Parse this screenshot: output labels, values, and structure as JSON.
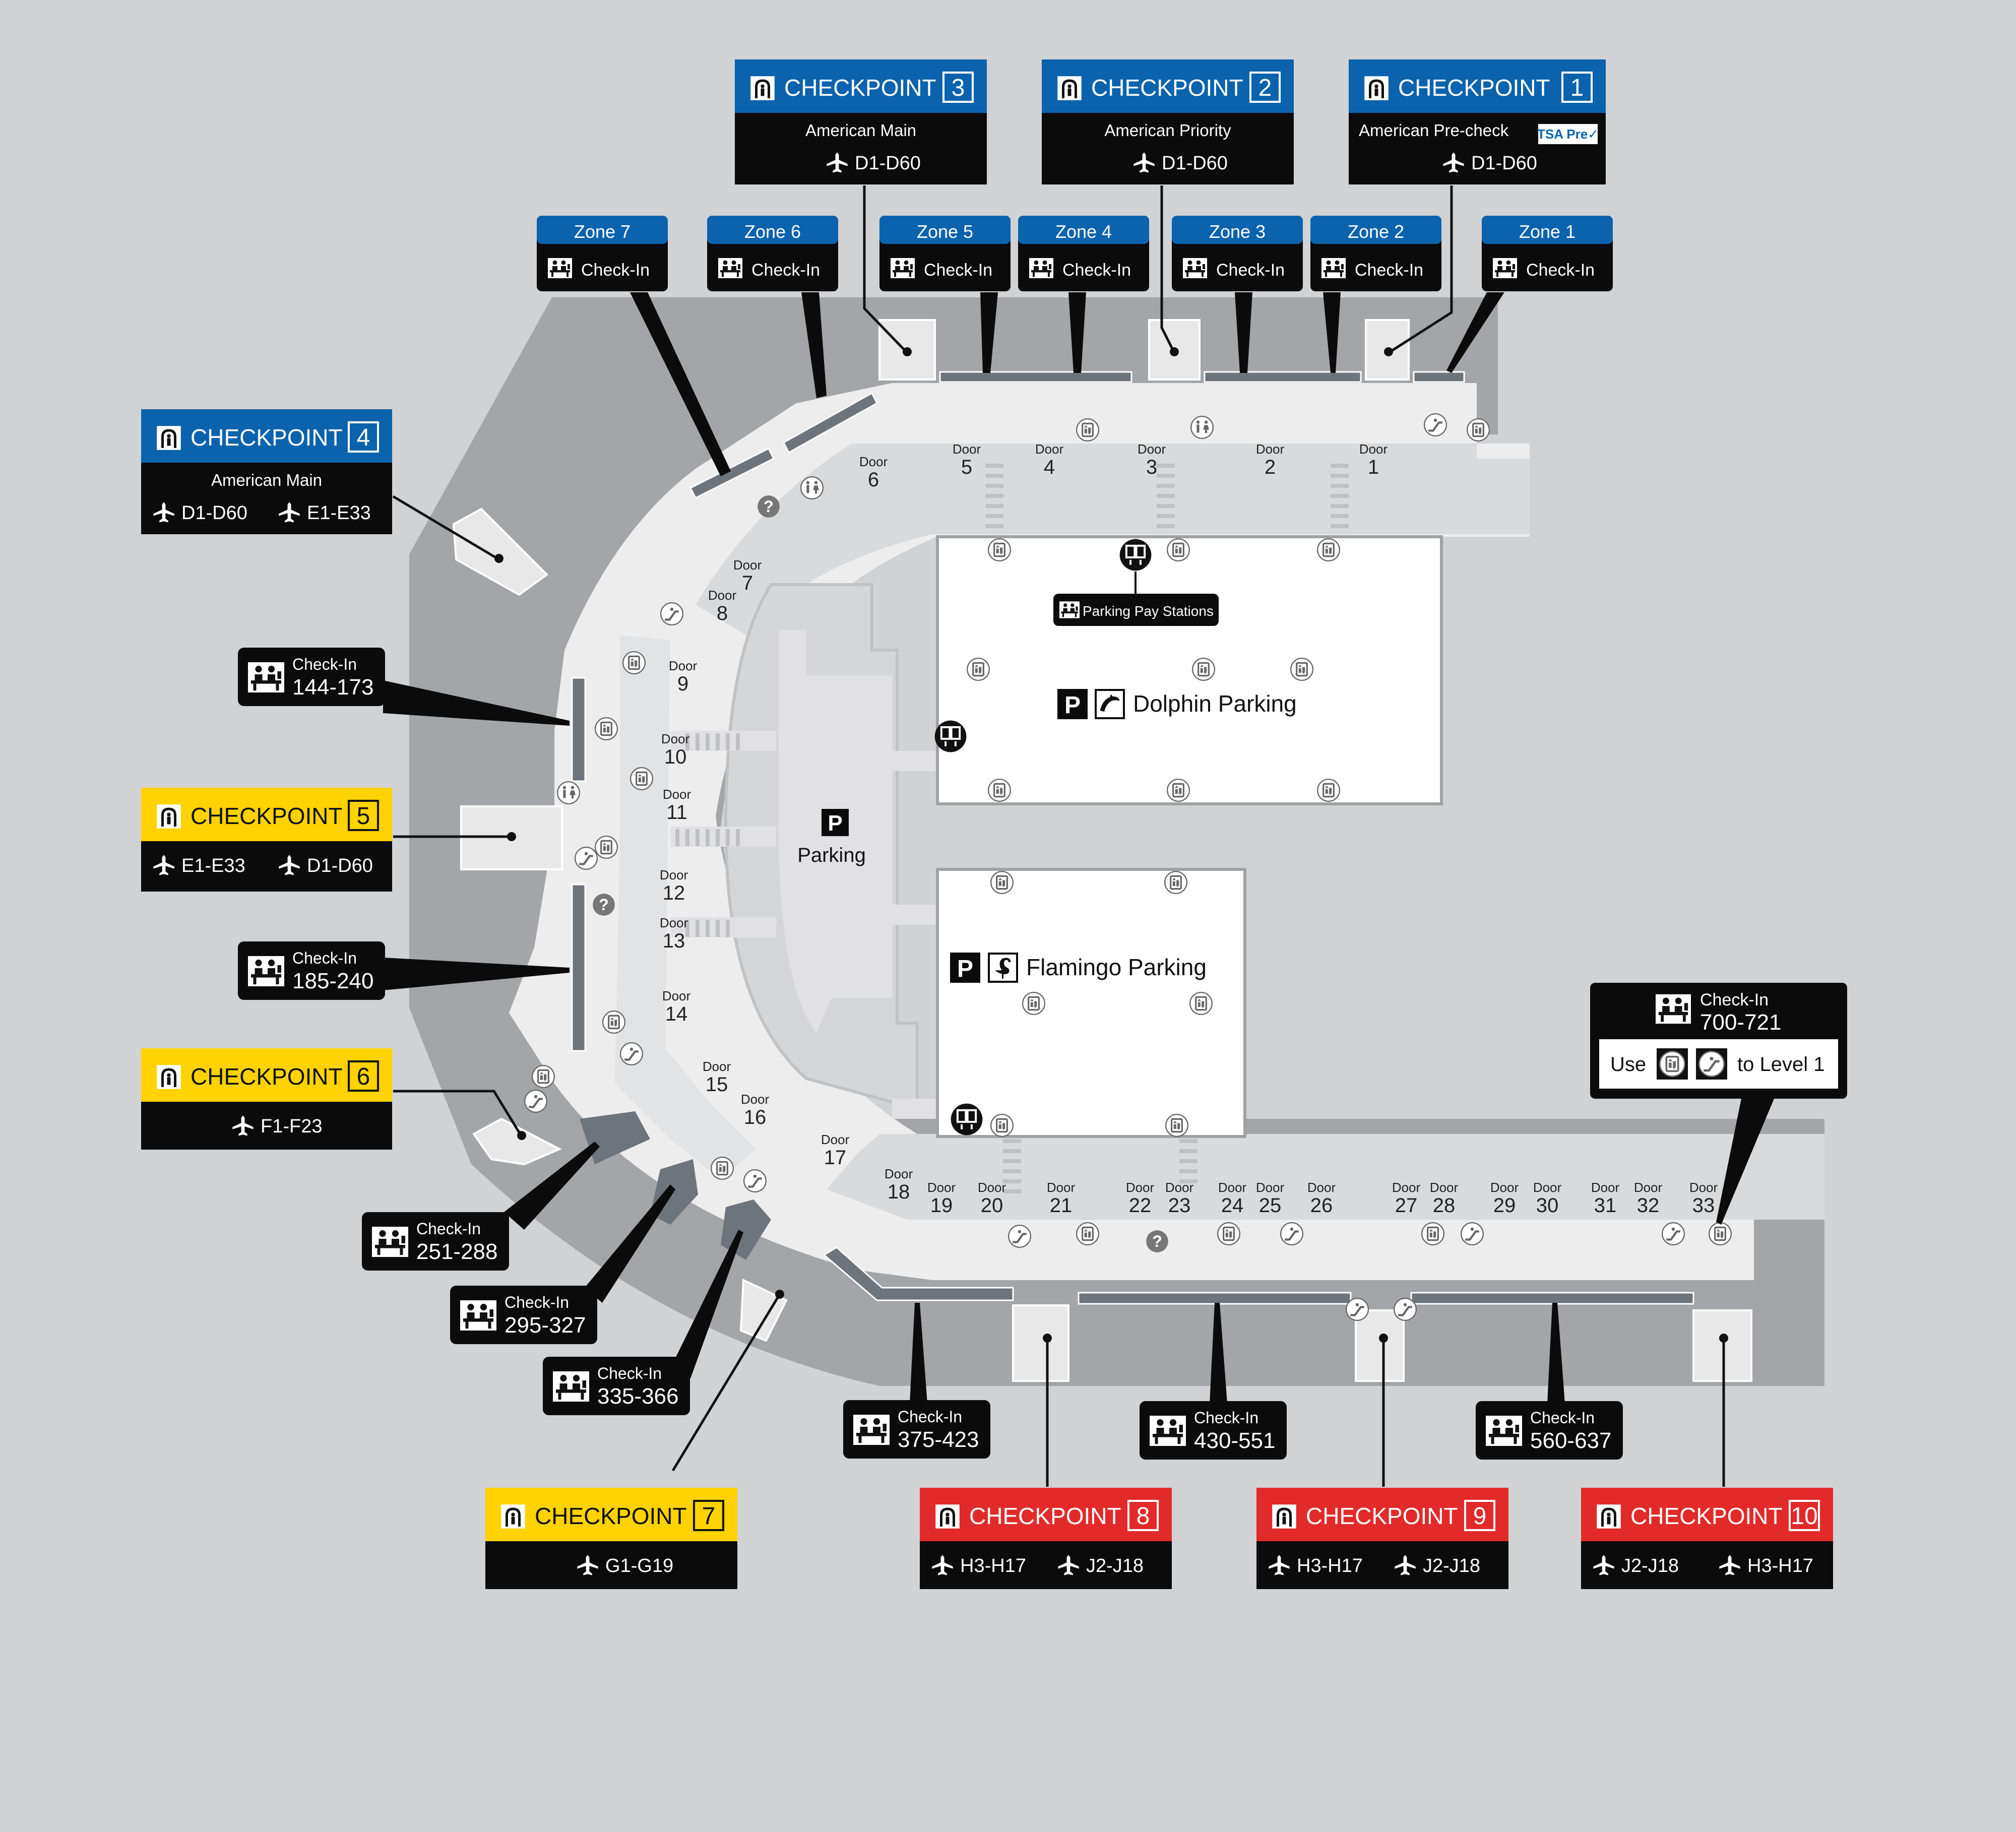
{
  "colors": {
    "background": "#d1d2d4",
    "terminal_shade": "#a3a5a8",
    "walkway": "#ededee",
    "garage": "#ffffff",
    "sign_black": "#0b0b0b",
    "checkpoint_blue": "#0b63ad",
    "checkpoint_yellow": "#ffd200",
    "checkpoint_red": "#e22a2a",
    "counter": "#6d747c"
  },
  "checkpoints": [
    {
      "number": "3",
      "label": "CHECKPOINT",
      "sublabel": "American Main",
      "gates": [
        "D1-D60"
      ],
      "color": "blue"
    },
    {
      "number": "2",
      "label": "CHECKPOINT",
      "sublabel": "American Priority",
      "gates": [
        "D1-D60"
      ],
      "color": "blue"
    },
    {
      "number": "1",
      "label": "CHECKPOINT",
      "sublabel": "American Pre-check",
      "badge": "TSA Pre✓",
      "gates": [
        "D1-D60"
      ],
      "color": "blue"
    },
    {
      "number": "4",
      "label": "CHECKPOINT",
      "sublabel": "American Main",
      "gates": [
        "D1-D60",
        "E1-E33"
      ],
      "color": "blue"
    },
    {
      "number": "5",
      "label": "CHECKPOINT",
      "gates": [
        "E1-E33",
        "D1-D60"
      ],
      "color": "yellow"
    },
    {
      "number": "6",
      "label": "CHECKPOINT",
      "gates": [
        "F1-F23"
      ],
      "color": "yellow"
    },
    {
      "number": "7",
      "label": "CHECKPOINT",
      "gates": [
        "G1-G19"
      ],
      "color": "yellow"
    },
    {
      "number": "8",
      "label": "CHECKPOINT",
      "gates": [
        "H3-H17",
        "J2-J18"
      ],
      "color": "red"
    },
    {
      "number": "9",
      "label": "CHECKPOINT",
      "gates": [
        "H3-H17",
        "J2-J18"
      ],
      "color": "red"
    },
    {
      "number": "10",
      "label": "CHECKPOINT",
      "gates": [
        "J2-J18",
        "H3-H17"
      ],
      "color": "red"
    }
  ],
  "zones": [
    {
      "name": "Zone 7",
      "label": "Check-In"
    },
    {
      "name": "Zone 6",
      "label": "Check-In"
    },
    {
      "name": "Zone 5",
      "label": "Check-In"
    },
    {
      "name": "Zone 4",
      "label": "Check-In"
    },
    {
      "name": "Zone 3",
      "label": "Check-In"
    },
    {
      "name": "Zone 2",
      "label": "Check-In"
    },
    {
      "name": "Zone 1",
      "label": "Check-In"
    }
  ],
  "checkin_counters": [
    {
      "label": "Check-In",
      "range": "144-173"
    },
    {
      "label": "Check-In",
      "range": "185-240"
    },
    {
      "label": "Check-In",
      "range": "251-288"
    },
    {
      "label": "Check-In",
      "range": "295-327"
    },
    {
      "label": "Check-In",
      "range": "335-366"
    },
    {
      "label": "Check-In",
      "range": "375-423"
    },
    {
      "label": "Check-In",
      "range": "430-551"
    },
    {
      "label": "Check-In",
      "range": "560-637"
    },
    {
      "label": "Check-In",
      "range": "700-721",
      "use": "Use",
      "to_level": "to Level 1"
    }
  ],
  "door_word": "Door",
  "doors": [
    "1",
    "2",
    "3",
    "4",
    "5",
    "6",
    "7",
    "8",
    "9",
    "10",
    "11",
    "12",
    "13",
    "14",
    "15",
    "16",
    "17",
    "18",
    "19",
    "20",
    "21",
    "22",
    "23",
    "24",
    "25",
    "26",
    "27",
    "28",
    "29",
    "30",
    "31",
    "32",
    "33"
  ],
  "parking": [
    {
      "name": "Dolphin Parking",
      "symbol": "P"
    },
    {
      "name": "Parking",
      "symbol": "P"
    },
    {
      "name": "Flamingo Parking",
      "symbol": "P"
    }
  ],
  "parking_pay": {
    "label": "Parking Pay Stations"
  },
  "icons": {
    "checkpoint": "security-icon",
    "gates": "airplane-icon",
    "checkin": "checkin-desk-icon",
    "elevator": "elevator-icon",
    "escalator": "escalator-icon",
    "restroom": "restroom-icon",
    "information": "information-icon",
    "pay_station": "parking-pay-icon",
    "dolphin": "dolphin-icon",
    "flamingo": "flamingo-icon"
  }
}
